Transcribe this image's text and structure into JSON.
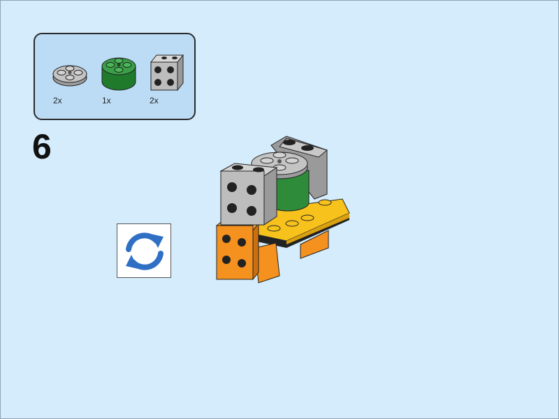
{
  "step": {
    "number": "6"
  },
  "parts": [
    {
      "name": "round-plate-2x2-light-gray",
      "color": "#b5b5b5",
      "count": "2x"
    },
    {
      "name": "round-brick-2x2-green",
      "color": "#2e8b3a",
      "count": "1x"
    },
    {
      "name": "brick-2x2-light-gray",
      "color": "#b5b5b5",
      "count": "2x"
    }
  ],
  "colors": {
    "background": "#d4ecfb",
    "panel": "#bcdcf6",
    "rotate_arrow": "#2f6fc4",
    "yellow": "#f8c21c",
    "orange": "#f5911e",
    "gray": "#b5b5b5",
    "green": "#2e8b3a"
  },
  "icons": {
    "rotate": "rotate-arrows-icon"
  }
}
